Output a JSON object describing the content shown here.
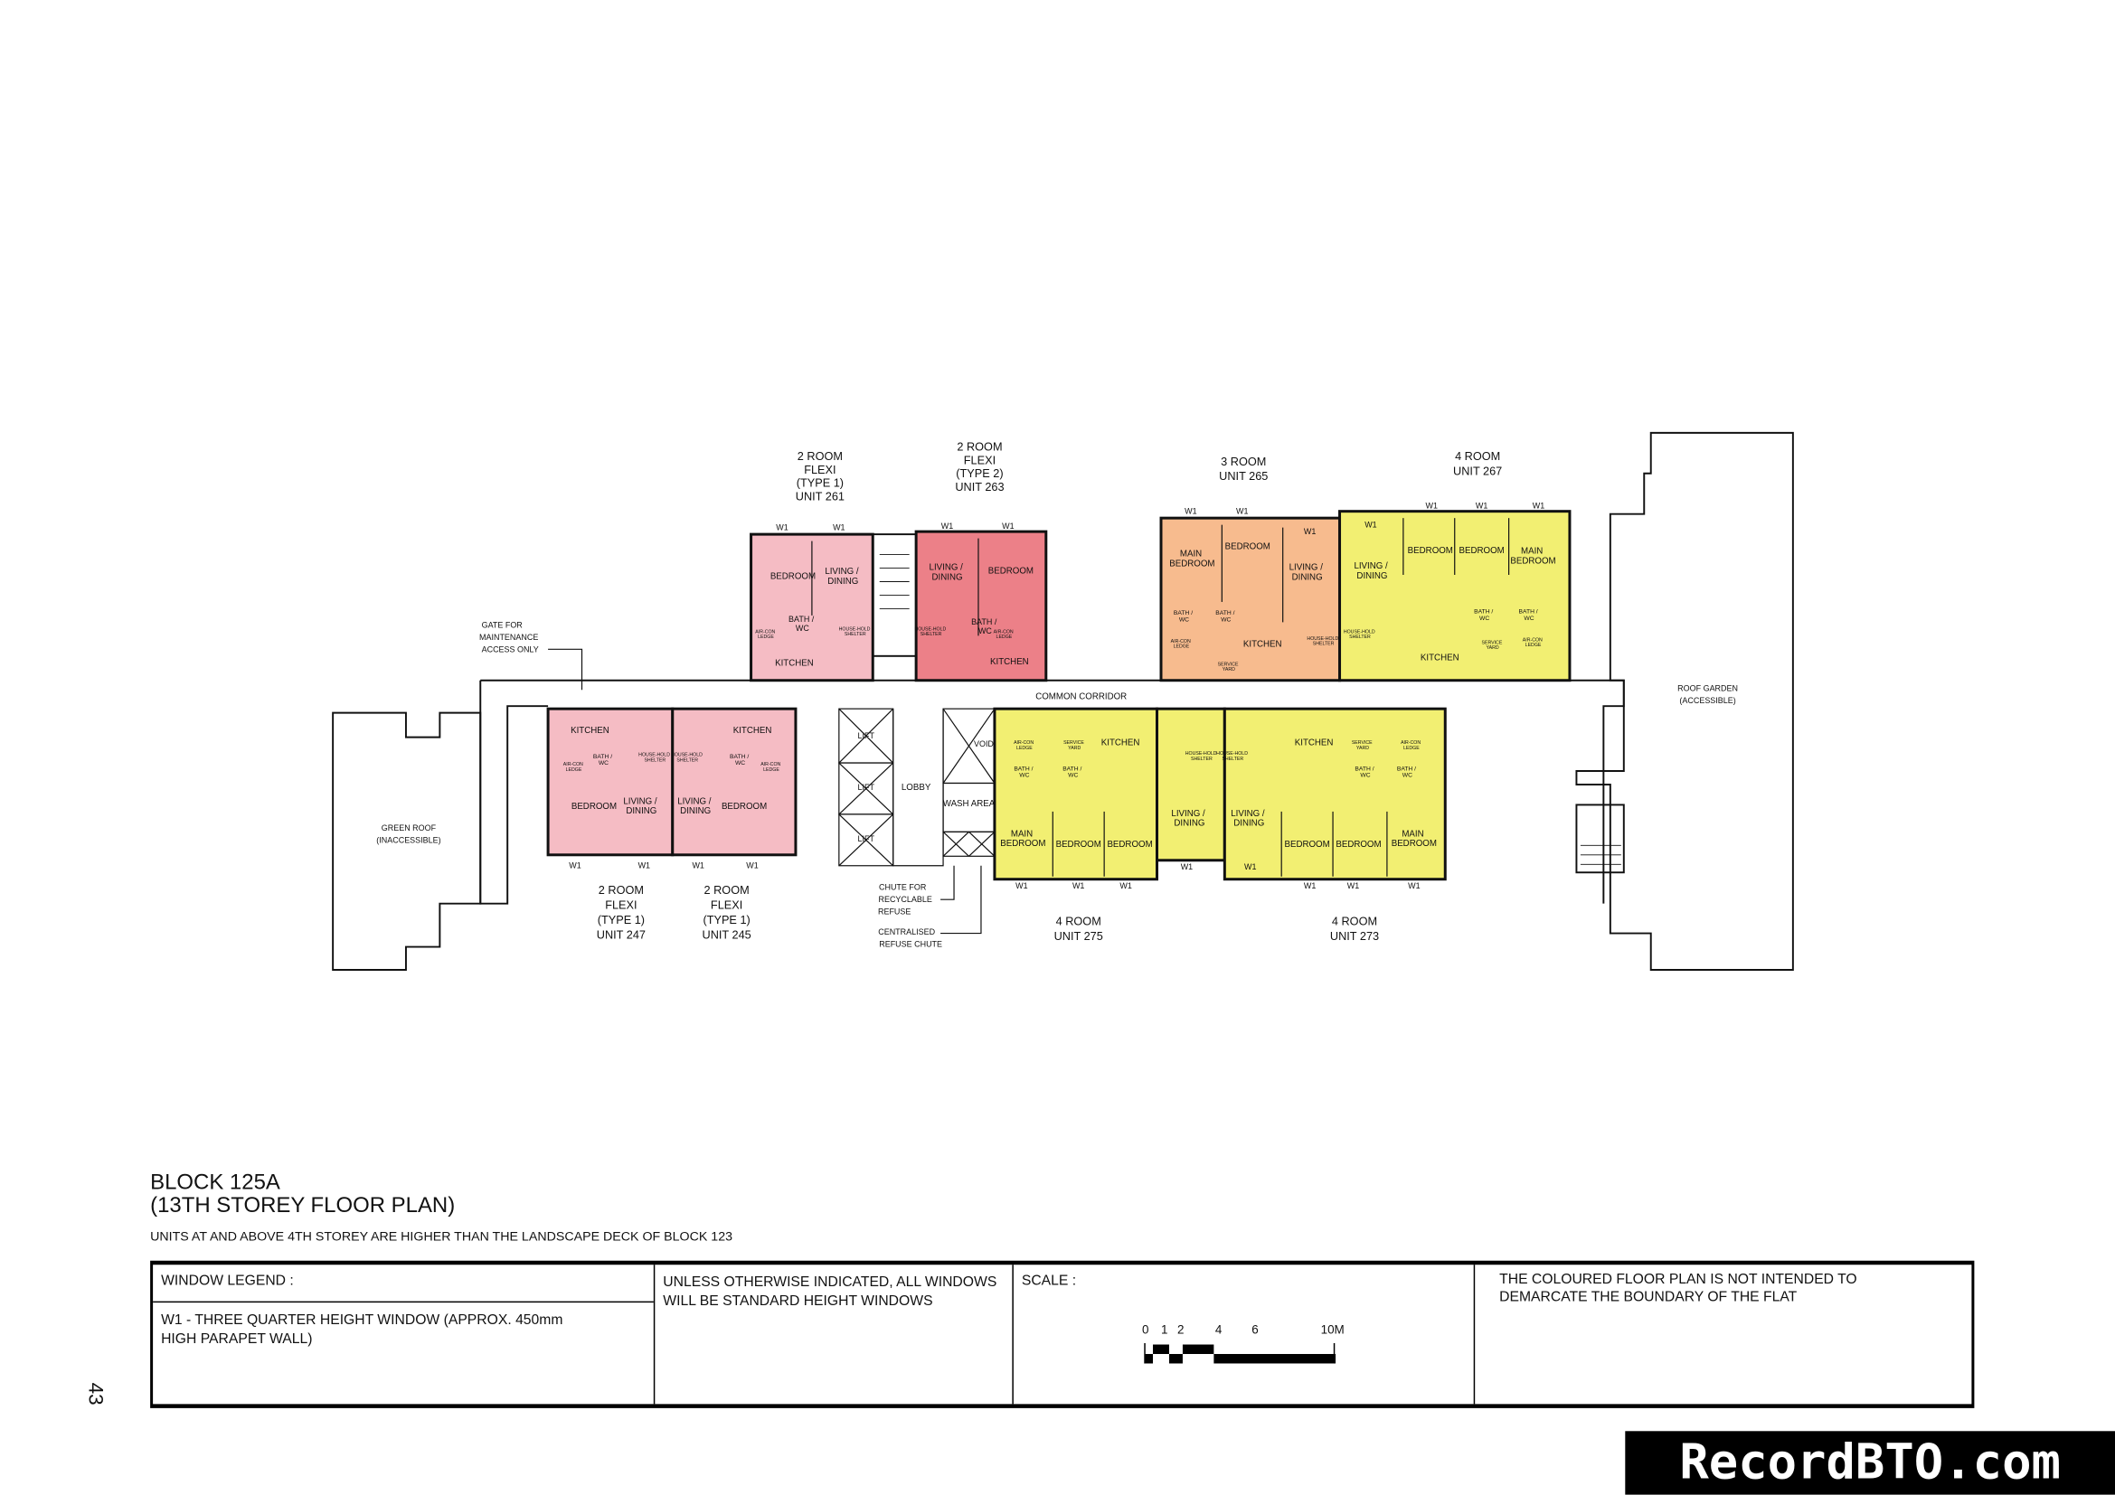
{
  "colors": {
    "flexi_type1": "#f5bcc4",
    "flexi_type2": "#ec8088",
    "three_room": "#f7bb8e",
    "four_room": "#f2ef72",
    "walls": "#111111"
  },
  "units": {
    "u261": {
      "l1": "2 ROOM",
      "l2": "FLEXI",
      "l3": "(TYPE 1)",
      "l4": "UNIT 261",
      "rooms": [
        "BEDROOM",
        "LIVING / DINING",
        "BATH / WC",
        "AIR-CON LEDGE",
        "HOUSE-HOLD SHELTER",
        "KITCHEN"
      ]
    },
    "u263": {
      "l1": "2 ROOM",
      "l2": "FLEXI",
      "l3": "(TYPE 2)",
      "l4": "UNIT 263",
      "rooms": [
        "LIVING / DINING",
        "BEDROOM",
        "BATH / WC",
        "AIR-CON LEDGE",
        "HOUSE-HOLD SHELTER",
        "KITCHEN"
      ]
    },
    "u265": {
      "l1": "3 ROOM",
      "l2": "UNIT 265",
      "rooms": [
        "MAIN BEDROOM",
        "BEDROOM",
        "LIVING / DINING",
        "BATH / WC",
        "BATH / WC",
        "AIR-CON LEDGE",
        "SERVICE YARD",
        "KITCHEN",
        "HOUSE-HOLD SHELTER"
      ]
    },
    "u267": {
      "l1": "4 ROOM",
      "l2": "UNIT 267",
      "rooms": [
        "LIVING / DINING",
        "BEDROOM",
        "BEDROOM",
        "MAIN BEDROOM",
        "BATH / WC",
        "BATH / WC",
        "SERVICE YARD",
        "AIR-CON LEDGE",
        "KITCHEN",
        "HOUSE-HOLD SHELTER"
      ]
    },
    "u247": {
      "l1": "2 ROOM",
      "l2": "FLEXI",
      "l3": "(TYPE 1)",
      "l4": "UNIT 247",
      "rooms": [
        "KITCHEN",
        "BATH / WC",
        "AIR-CON LEDGE",
        "BEDROOM",
        "LIVING / DINING",
        "HOUSE-HOLD SHELTER"
      ]
    },
    "u245": {
      "l1": "2 ROOM",
      "l2": "FLEXI",
      "l3": "(TYPE 1)",
      "l4": "UNIT 245",
      "rooms": [
        "KITCHEN",
        "BATH / WC",
        "AIR-CON LEDGE",
        "LIVING / DINING",
        "BEDROOM",
        "HOUSE-HOLD SHELTER"
      ]
    },
    "u275": {
      "l1": "4 ROOM",
      "l2": "UNIT 275",
      "rooms": [
        "AIR-CON LEDGE",
        "SERVICE YARD",
        "KITCHEN",
        "BATH / WC",
        "BATH / WC",
        "MAIN BEDROOM",
        "BEDROOM",
        "BEDROOM",
        "LIVING / DINING",
        "HOUSE-HOLD SHELTER"
      ]
    },
    "u273": {
      "l1": "4 ROOM",
      "l2": "UNIT 273",
      "rooms": [
        "KITCHEN",
        "SERVICE YARD",
        "AIR-CON LEDGE",
        "BATH / WC",
        "BATH / WC",
        "LIVING / DINING",
        "BEDROOM",
        "BEDROOM",
        "MAIN BEDROOM",
        "HOUSE-HOLD SHELTER"
      ]
    }
  },
  "window_tag": "W1",
  "common": {
    "corridor": "COMMON CORRIDOR",
    "lift": "LIFT",
    "lobby": "LOBBY",
    "void": "VOID",
    "wash": "WASH AREA",
    "chute1a": "CHUTE FOR",
    "chute1b": "RECYCLABLE",
    "chute1c": "REFUSE",
    "chute2a": "CENTRALISED",
    "chute2b": "REFUSE CHUTE",
    "gate1": "GATE FOR",
    "gate2": "MAINTENANCE",
    "gate3": "ACCESS ONLY",
    "green1": "GREEN ROOF",
    "green2": "(INACCESSIBLE)",
    "garden1": "ROOF GARDEN",
    "garden2": "(ACCESSIBLE)"
  },
  "title": {
    "block": "BLOCK 125A",
    "storey": "(13TH STOREY FLOOR PLAN)",
    "note": "UNITS AT AND ABOVE 4TH STOREY ARE HIGHER THAN THE LANDSCAPE DECK OF BLOCK 123"
  },
  "legend": {
    "window_legend": "WINDOW LEGEND :",
    "w1": "W1 - THREE QUARTER HEIGHT WINDOW (APPROX. 450mm HIGH PARAPET WALL)",
    "standard": "UNLESS OTHERWISE INDICATED, ALL WINDOWS WILL BE STANDARD HEIGHT WINDOWS",
    "scale": "SCALE :",
    "scale_ticks": [
      "0",
      "1",
      "2",
      "4",
      "6",
      "10M"
    ],
    "disclaimer": "THE COLOURED FLOOR PLAN IS NOT INTENDED TO DEMARCATE THE BOUNDARY OF THE FLAT"
  },
  "page_number": "43",
  "watermark": "RecordBTO.com"
}
